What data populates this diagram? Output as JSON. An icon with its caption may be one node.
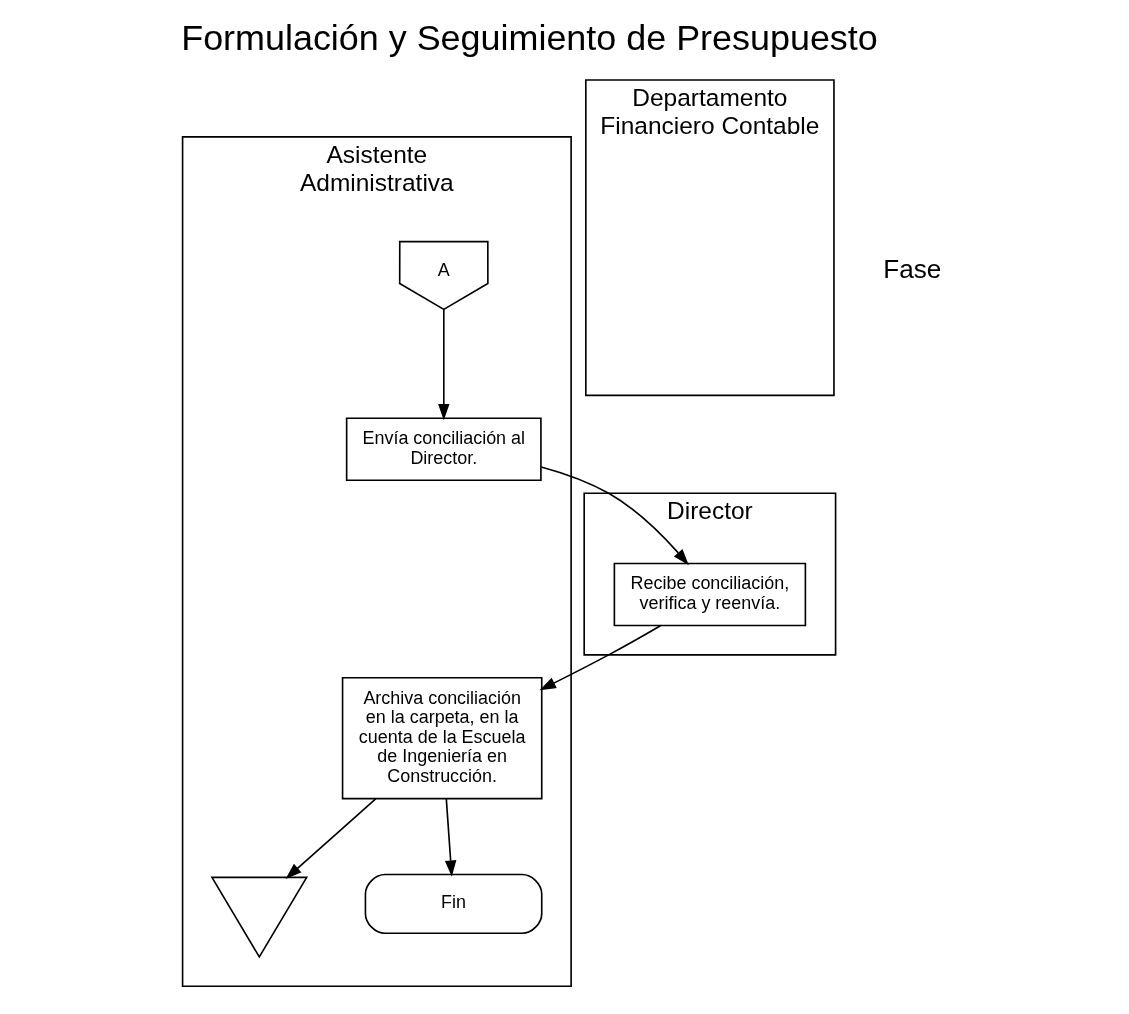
{
  "diagram": {
    "title": "Formulación y Seguimiento de Presupuesto",
    "nodes": [
      {
        "text": [
          "Director"
        ]
      },
      {
        "text": [
          "Asistente Administrativa"
        ]
      },
      {
        "text": [
          "Departamento Financiero Contable"
        ]
      },
      {
        "text": [
          "A"
        ],
        "in": 1
      },
      {
        "text": [
          "Envía conciliación al Director."
        ],
        "in": 1
      },
      {
        "text": [
          "Recibe conciliación, verifica y reenvía."
        ],
        "in": 0
      },
      {
        "text": [
          "Archiva conciliación en la carpeta, en la cuenta de la Escuela de Ingeniería en Construcción."
        ],
        "in": 1
      },
      {
        "text": [],
        "shape": "triangle",
        "in": 1
      },
      {
        "text": [
          "Fin"
        ],
        "in": 1
      }
    ],
    "edges": [
      {
        "from": 3,
        "to": 4,
        "arrow": "to"
      },
      {
        "from": 4,
        "to": 5,
        "arrow": "to"
      },
      {
        "from": 5,
        "to": 6,
        "arrow": "to"
      },
      {
        "from": 6,
        "to": 7,
        "arrow": "to"
      },
      {
        "from": 6,
        "to": 8,
        "arrow": "to"
      }
    ],
    "labels": [
      "Fase"
    ]
  }
}
